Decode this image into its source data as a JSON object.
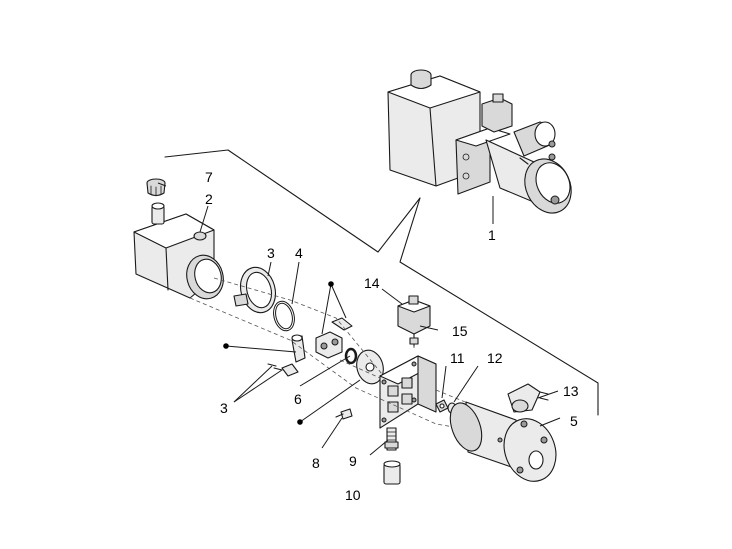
{
  "callouts": {
    "c1": "1",
    "c2": "2",
    "c3a": "3",
    "c3b": "3",
    "c4": "4",
    "c5": "5",
    "c6": "6",
    "c7": "7",
    "c8": "8",
    "c9": "9",
    "c10": "10",
    "c11": "11",
    "c12": "12",
    "c13": "13",
    "c14": "14",
    "c15": "15"
  },
  "colors": {
    "line": "#1a1a1a",
    "fill_light": "#ebebeb",
    "fill_mid": "#d9d9d9",
    "background": "#ffffff"
  }
}
